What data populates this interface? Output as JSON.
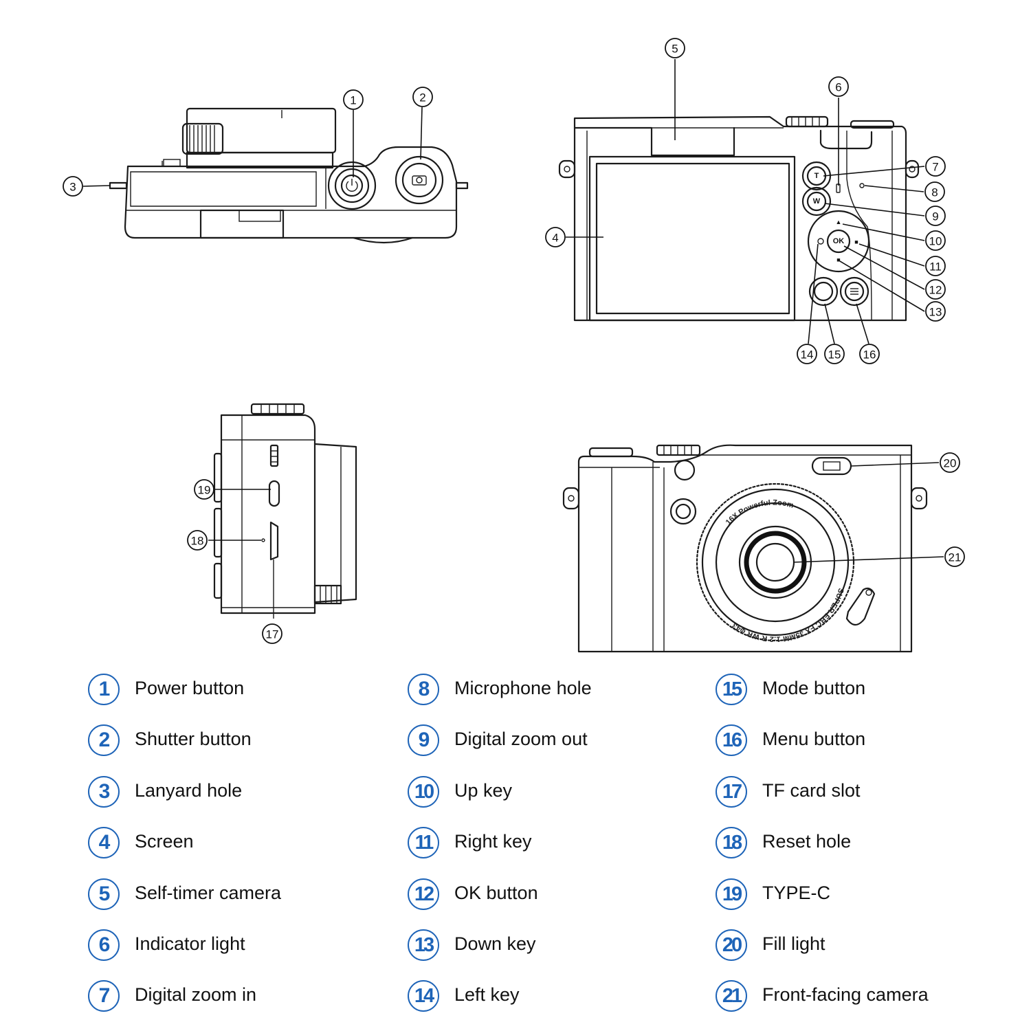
{
  "callouts": {
    "c1": "1",
    "c2": "2",
    "c3": "3",
    "c4": "4",
    "c5": "5",
    "c6": "6",
    "c7": "7",
    "c8": "8",
    "c9": "9",
    "c10": "10",
    "c11": "11",
    "c12": "12",
    "c13": "13",
    "c14": "14",
    "c15": "15",
    "c16": "16",
    "c17": "17",
    "c18": "18",
    "c19": "19",
    "c20": "20",
    "c21": "21"
  },
  "button_marks": {
    "zoom_in": "T",
    "zoom_out": "W",
    "ok": "OK"
  },
  "lens_text": {
    "upper": "16X Powerful Zoom",
    "lower": "SUPER EBC FX 35MM 1:2 R WR φ43"
  },
  "legend": {
    "columns": [
      [
        {
          "number": "1",
          "label": "Power button"
        },
        {
          "number": "2",
          "label": "Shutter button"
        },
        {
          "number": "3",
          "label": "Lanyard hole"
        },
        {
          "number": "4",
          "label": "Screen"
        },
        {
          "number": "5",
          "label": "Self-timer camera"
        },
        {
          "number": "6",
          "label": "Indicator light"
        },
        {
          "number": "7",
          "label": "Digital zoom in"
        }
      ],
      [
        {
          "number": "8",
          "label": "Microphone hole"
        },
        {
          "number": "9",
          "label": "Digital zoom out"
        },
        {
          "number": "10",
          "label": "Up key"
        },
        {
          "number": "11",
          "label": "Right key"
        },
        {
          "number": "12",
          "label": "OK button"
        },
        {
          "number": "13",
          "label": "Down key"
        },
        {
          "number": "14",
          "label": "Left key"
        }
      ],
      [
        {
          "number": "15",
          "label": "Mode button"
        },
        {
          "number": "16",
          "label": "Menu button"
        },
        {
          "number": "17",
          "label": "TF card slot"
        },
        {
          "number": "18",
          "label": "Reset hole"
        },
        {
          "number": "19",
          "label": "TYPE-C"
        },
        {
          "number": "20",
          "label": "Fill light"
        },
        {
          "number": "21",
          "label": "Front-facing camera"
        }
      ]
    ]
  },
  "colors": {
    "badge": "#1e64b8",
    "line": "#1a1a1a",
    "text": "#111111"
  }
}
